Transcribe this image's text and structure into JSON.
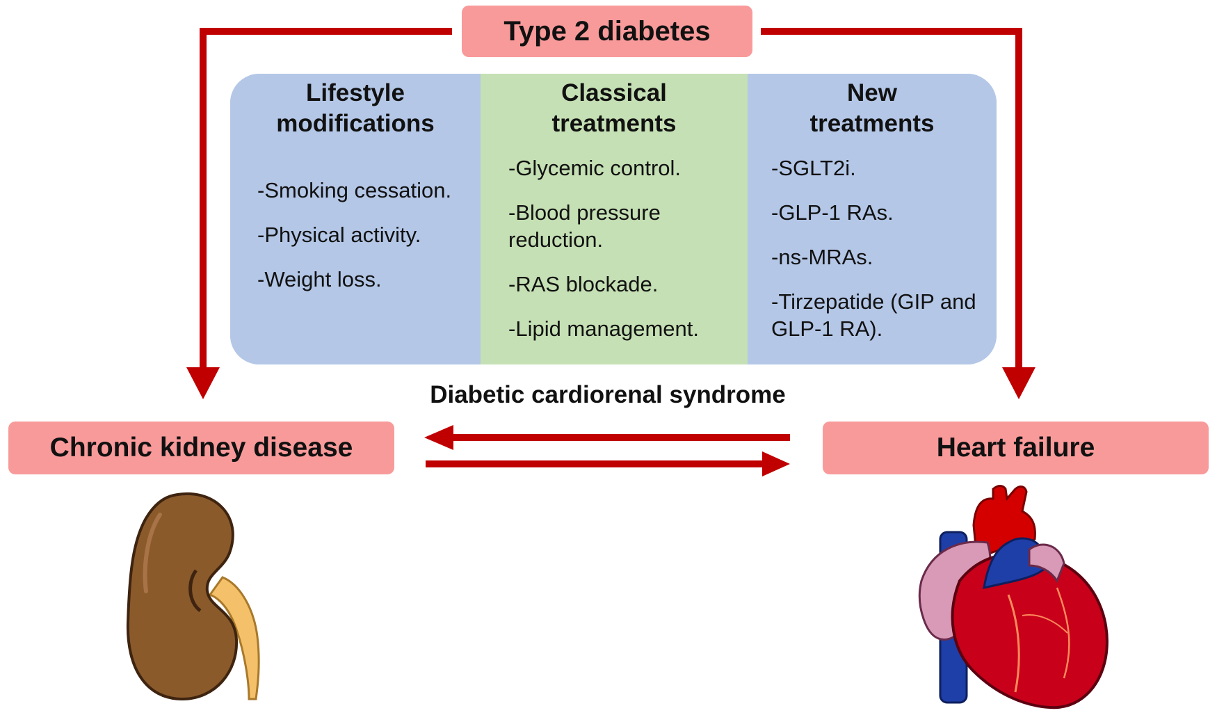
{
  "top_node": {
    "label": "Type 2 diabetes"
  },
  "panel": {
    "columns": [
      {
        "title_lines": [
          "Lifestyle",
          "modifications"
        ],
        "items": [
          "-Smoking cessation.",
          "-Physical activity.",
          "-Weight loss."
        ]
      },
      {
        "title_lines": [
          "Classical",
          "treatments"
        ],
        "items": [
          "-Glycemic control.",
          "-Blood pressure reduction.",
          "-RAS blockade.",
          "-Lipid management."
        ]
      },
      {
        "title_lines": [
          "New",
          "treatments"
        ],
        "items": [
          "-SGLT2i.",
          "-GLP-1 RAs.",
          "-ns-MRAs.",
          "-Tirzepatide (GIP and GLP-1 RA)."
        ]
      }
    ]
  },
  "syndrome_label": "Diabetic cardiorenal syndrome",
  "left_node": {
    "label": "Chronic kidney disease",
    "icon": "kidney-icon"
  },
  "right_node": {
    "label": "Heart failure",
    "icon": "heart-icon"
  },
  "colors": {
    "node_fill": "#f99a9a",
    "arrow": "#c00000",
    "lifestyle_fill": "#b4c7e7",
    "classical_fill": "#c5e0b4",
    "new_fill": "#b4c7e7"
  }
}
